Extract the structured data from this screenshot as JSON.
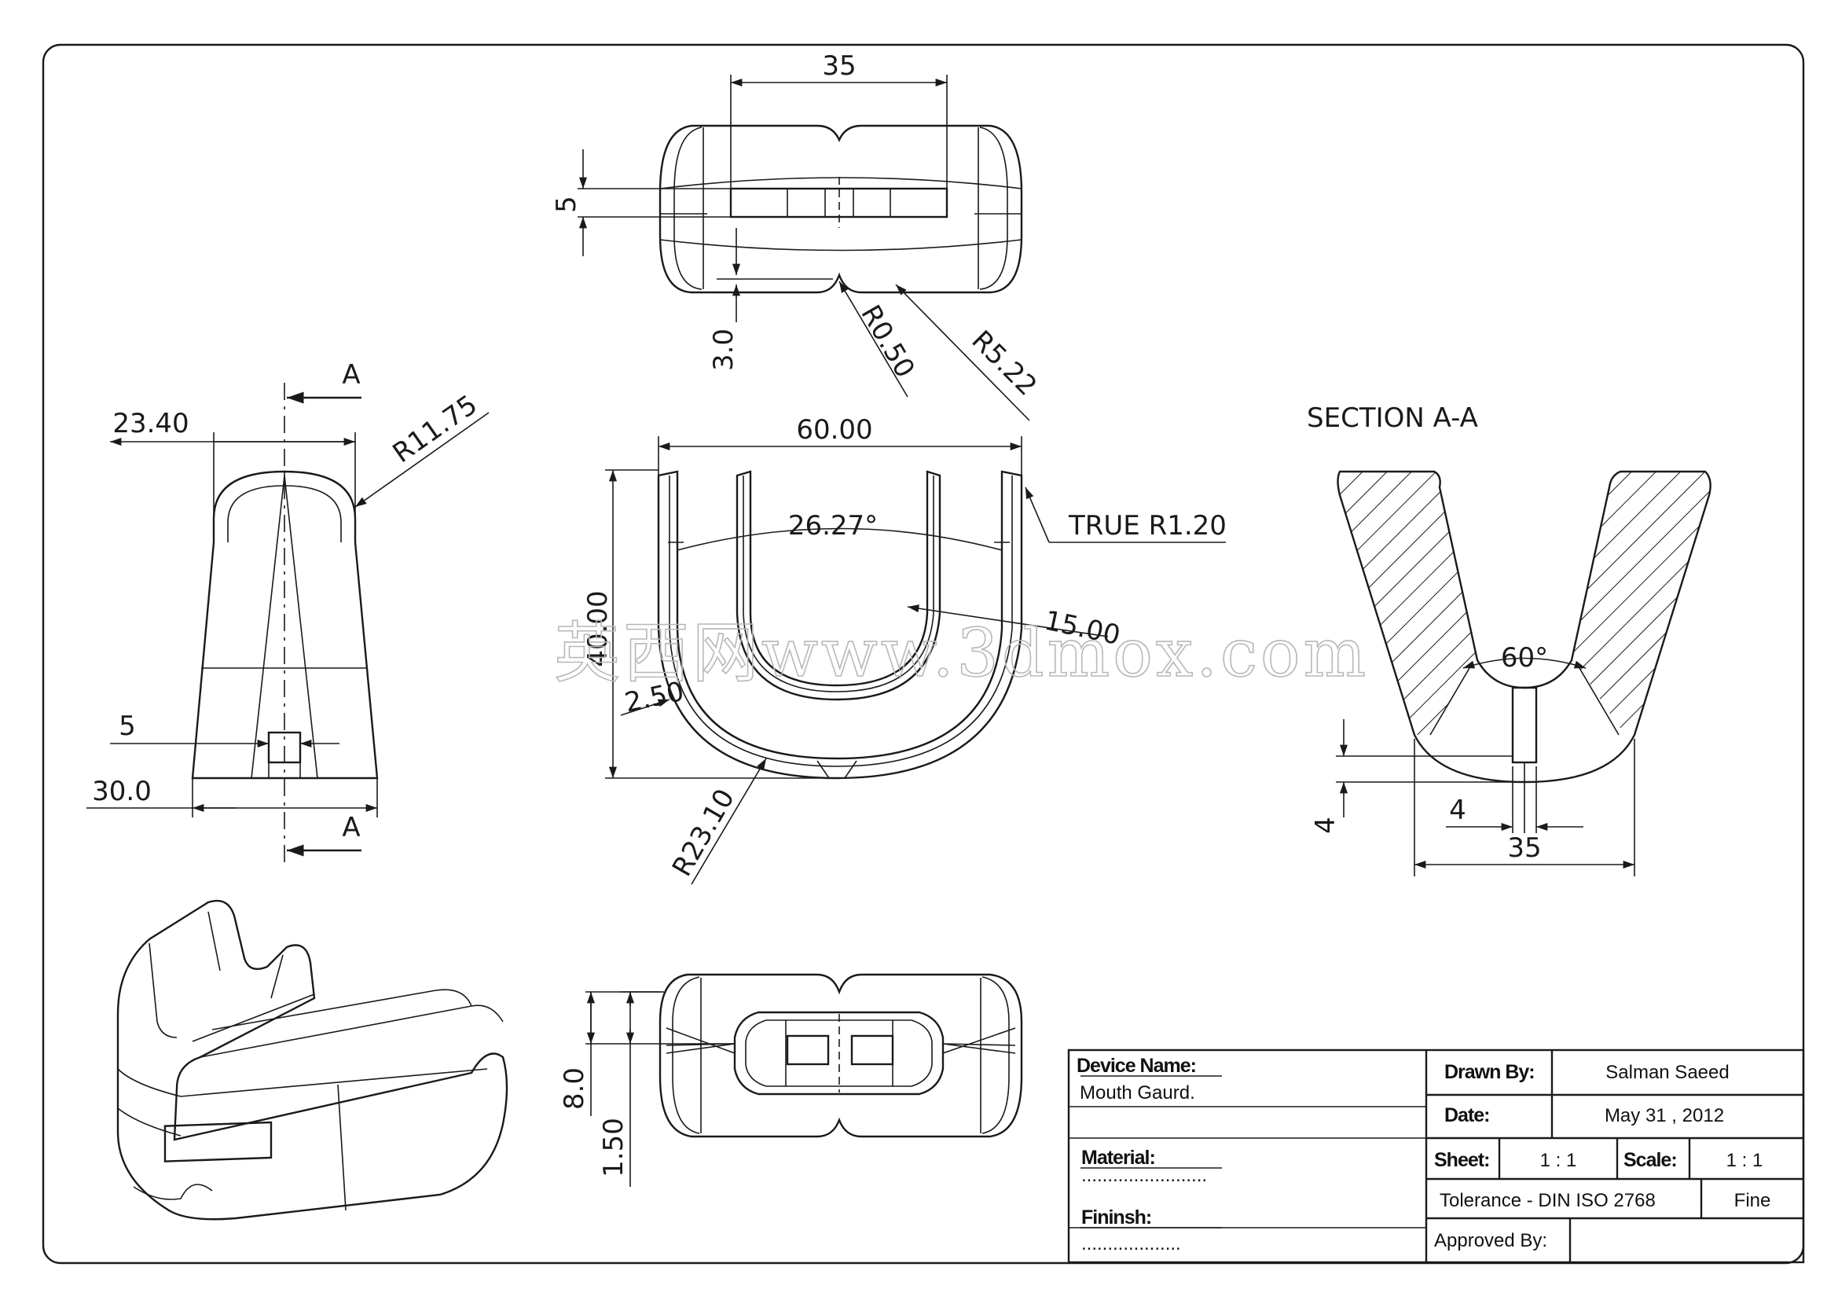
{
  "drawing": {
    "top_view": {
      "dim_width": "35",
      "dim_height": "5",
      "dim_depth": "3.0",
      "radius_small": "R0.50",
      "radius_large": "R5.22"
    },
    "side_view": {
      "dim_top_width": "23.40",
      "dim_radius": "R11.75",
      "dim_slot": "5",
      "dim_base": "30.0",
      "section_label_top": "A",
      "section_label_bottom": "A"
    },
    "front_view": {
      "dim_width": "60.00",
      "dim_angle": "26.27°",
      "dim_true_radius": "TRUE R1.20",
      "dim_height": "40.00",
      "dim_wall": "15.00",
      "dim_thickness": "2.50",
      "dim_outer_radius": "R23.10"
    },
    "section": {
      "title": "SECTION A-A",
      "dim_angle": "60°",
      "dim_height": "4",
      "dim_slot": "4",
      "dim_width": "35"
    },
    "bottom_view": {
      "dim_height": "8.0",
      "dim_lip": "1.50"
    },
    "watermark": "英西网www.3dmox.com"
  },
  "title_block": {
    "device_name_label": "Device Name:",
    "device_name_value": "Mouth Gaurd.",
    "material_label": "Material:",
    "material_value": "........................",
    "finish_label": "Fininsh:",
    "finish_value": "...................",
    "drawn_by_label": "Drawn By:",
    "drawn_by_value": "Salman Saeed",
    "date_label": "Date:",
    "date_value": "May 31 , 2012",
    "sheet_label": "Sheet:",
    "sheet_value": "1 : 1",
    "scale_label": "Scale:",
    "scale_value": "1 : 1",
    "tolerance_label": "Tolerance - DIN ISO 2768",
    "tolerance_value": "Fine",
    "approved_by_label": "Approved By:",
    "approved_by_value": ""
  }
}
